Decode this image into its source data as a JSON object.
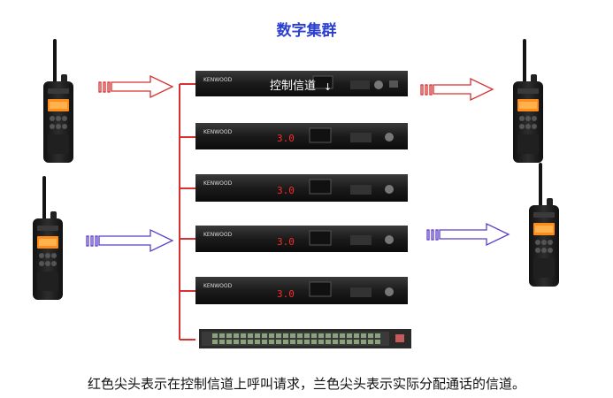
{
  "title": "数字集群",
  "control_channel_label": "控制信道",
  "brand": "KENWOOD",
  "display_value": "3.0",
  "caption": "红色尖头表示在控制信道上呼叫请求，兰色尖头表示实际分配通话的信道。",
  "colors": {
    "title": "#2a3fd0",
    "red_arrow": "#d63030",
    "blue_arrow": "#5a3fc8",
    "bus_line": "#d63030",
    "device_body": "#1a1a1a"
  }
}
